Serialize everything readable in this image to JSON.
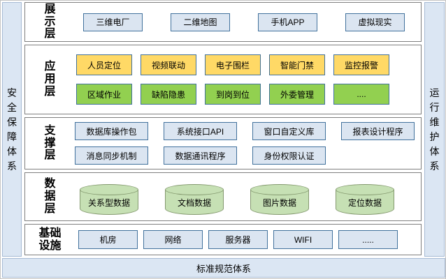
{
  "pillars": {
    "left": "安全保障体系",
    "right": "运行维护体系",
    "bottom": "标准规范体系"
  },
  "presentation": {
    "label": "展示层",
    "boxes": [
      "三维电厂",
      "二维地图",
      "手机APP",
      "虚拟现实"
    ]
  },
  "application": {
    "label": "应用层",
    "row1": [
      "人员定位",
      "视频联动",
      "电子围栏",
      "智能门禁",
      "监控报警"
    ],
    "row2": [
      "区域作业",
      "缺陷隐患",
      "到岗到位",
      "外委管理",
      "...."
    ]
  },
  "support": {
    "label": "支撑层",
    "row1": [
      "数据库操作包",
      "系统接口API",
      "窗口自定义库",
      "报表设计程序"
    ],
    "row2": [
      "消息同步机制",
      "数据通讯程序",
      "身份权限认证"
    ]
  },
  "data_layer": {
    "label": "数据层",
    "cylinders": [
      "关系型数据",
      "文档数据",
      "图片数据",
      "定位数据"
    ]
  },
  "infrastructure": {
    "label": "基础设施",
    "boxes": [
      "机房",
      "网络",
      "服务器",
      "WIFI",
      "....."
    ]
  },
  "colors": {
    "box_blue": "#dbe5f1",
    "box_yellow": "#ffd966",
    "box_green": "#92d050",
    "cylinder_green": "#c6e0b4",
    "box_border": "#41719c",
    "strip_blue": "#dbe6f3",
    "container_border": "#7f7f7f"
  }
}
